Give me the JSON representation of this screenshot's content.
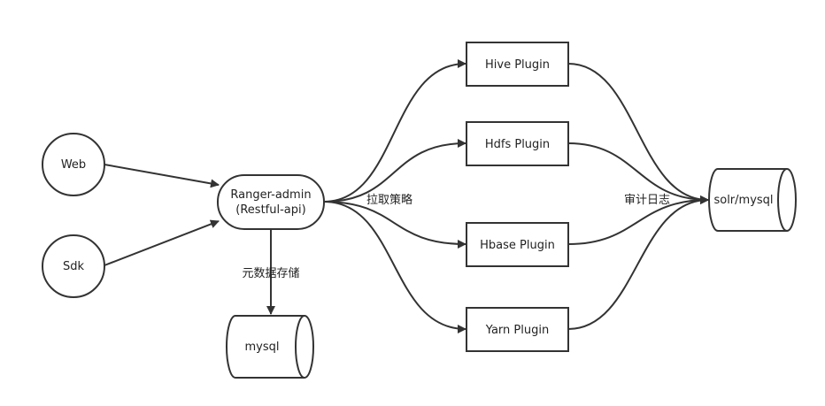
{
  "nodes": {
    "web": "Web",
    "sdk": "Sdk",
    "ranger_admin": "Ranger-admin",
    "ranger_admin_api": "(Restful-api)",
    "mysql": "mysql",
    "hive": "Hive Plugin",
    "hdfs": "Hdfs Plugin",
    "hbase": "Hbase Plugin",
    "yarn": "Yarn Plugin",
    "solr_mysql": "solr/mysql"
  },
  "edge_labels": {
    "pull_policy": "拉取策略",
    "metadata_storage": "元数据存储",
    "audit_log": "审计日志"
  },
  "colors": {
    "stroke": "#333333",
    "text": "#222222",
    "background": "#ffffff"
  }
}
